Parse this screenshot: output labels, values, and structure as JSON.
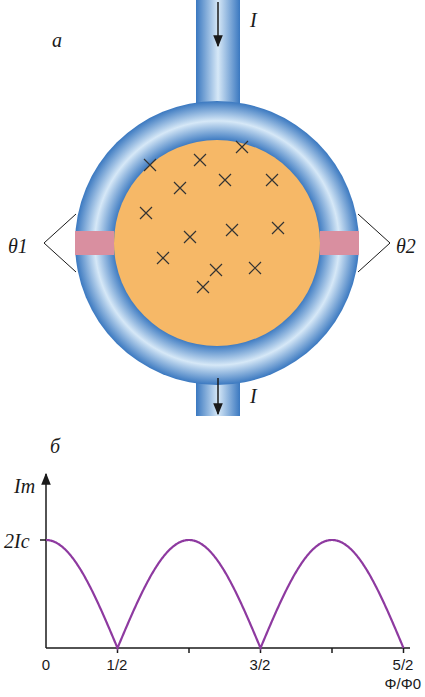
{
  "diagram": {
    "labels": [
      "а",
      "I",
      "θ1",
      "θ2",
      "I",
      "б",
      "Im",
      "2Ic",
      "0",
      "1/2",
      "3/2",
      "5/2",
      "Φ/Φ0"
    ]
  }
}
